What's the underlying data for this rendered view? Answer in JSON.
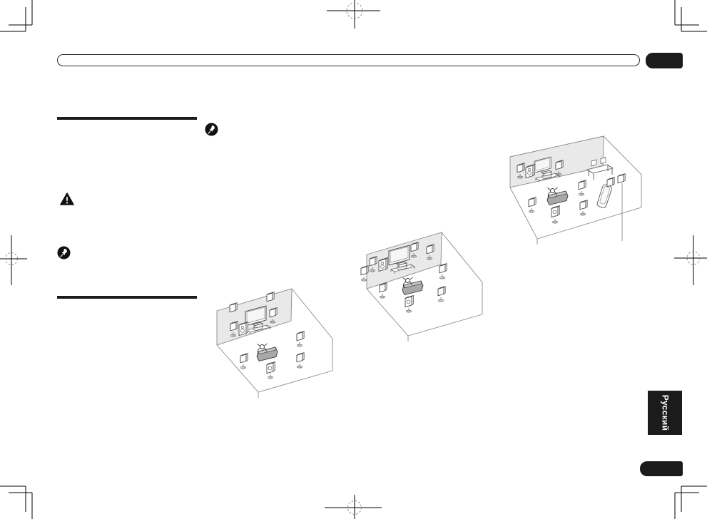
{
  "language_tab": {
    "label": "Русский"
  },
  "header": {
    "title_bar_text": "",
    "page_tab_text": ""
  },
  "icons": {
    "note_icon_1": "pushpin-note",
    "caution_icon": "warning-triangle-exclamation",
    "note_icon_2": "pushpin-note"
  },
  "separators": {
    "count": 2,
    "style": "thick-thin double rule"
  },
  "diagrams": [
    {
      "name": "speaker-layout-room-a",
      "content": "isometric room, TV on back wall, surround speakers on stands, subwoofer, sofa with listener"
    },
    {
      "name": "speaker-layout-room-b",
      "content": "isometric room, TV on back wall, front wide and surround speakers on stands, sofa with listener"
    },
    {
      "name": "speaker-layout-room-c",
      "content": "wide isometric room, main listening zone with TV and sofa plus second zone with dining table, chairs, couch and extra speakers with pointer line"
    }
  ],
  "print_marks": {
    "corner_marks": 4,
    "center_registration_targets": 4,
    "style": "crosshair with dashed circle"
  },
  "colors": {
    "tab_bg": "#1b1b1b",
    "tab_text": "#ffffff",
    "wall_fill": "#e9e9e9",
    "diagram_line": "#4a4a4a",
    "room_line": "#8a8a8a",
    "sofa_fill": "#a8a8a8",
    "mark_line": "#000000"
  }
}
